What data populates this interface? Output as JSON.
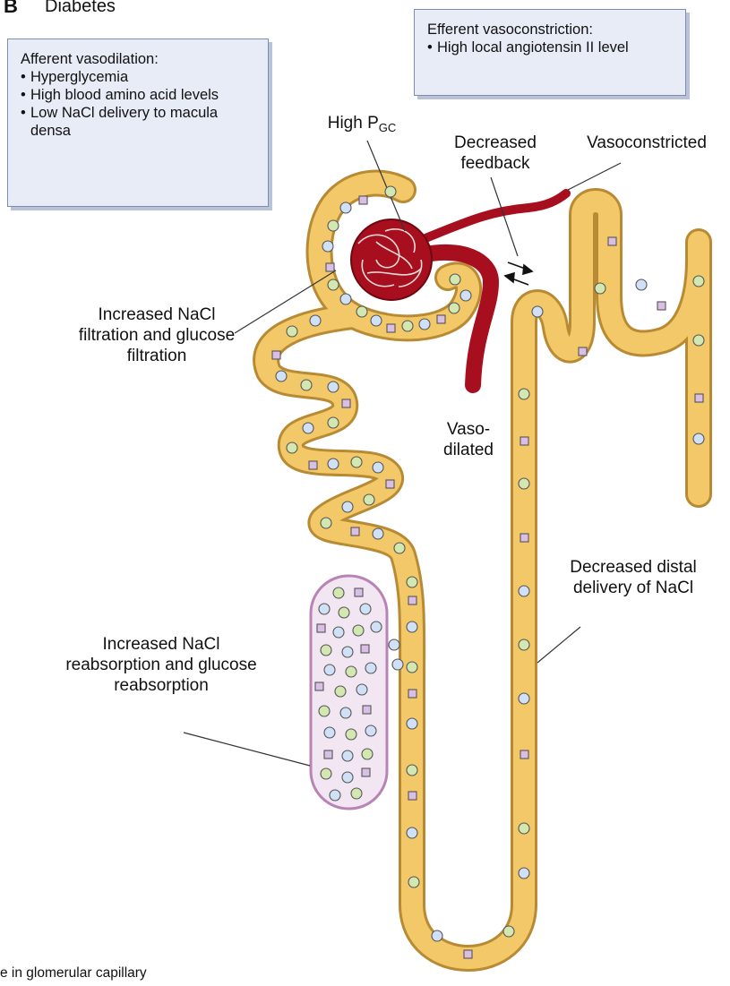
{
  "header": {
    "panel": "B",
    "title": "Diabetes"
  },
  "afferent_box": {
    "title": "Afferent vasodilation:",
    "items": [
      "Hyperglycemia",
      "High blood amino acid levels",
      "Low NaCl delivery to macula densa"
    ]
  },
  "efferent_box": {
    "title": "Efferent vasoconstriction:",
    "items": [
      "High local angiotensin II level"
    ]
  },
  "labels": {
    "high_pgc_main": "High P",
    "high_pgc_sub": "GC",
    "decreased_feedback": "Decreased feedback",
    "vasoconstricted": "Vasoconstricted",
    "vasodilated": "Vaso- dilated",
    "increased_filtration": "Increased NaCl filtration and glucose filtration",
    "increased_reabsorption": "Increased NaCl reabsorption and glucose reabsorption",
    "decreased_distal": "Decreased distal delivery of NaCl"
  },
  "footer": {
    "text": "e in glomerular capillary"
  },
  "colors": {
    "tubule_fill": "#f2c868",
    "tubule_stroke": "#b78a33",
    "vessel": "#a80f1e",
    "particle_blue": "#cfe0f7",
    "particle_green": "#d3e8b0",
    "particle_purple": "#d9bfe6",
    "capillary_fill": "#f3e6f3",
    "capillary_stroke": "#b884b5",
    "box_fill": "#e7ecf6",
    "box_border": "#7d8db2"
  }
}
